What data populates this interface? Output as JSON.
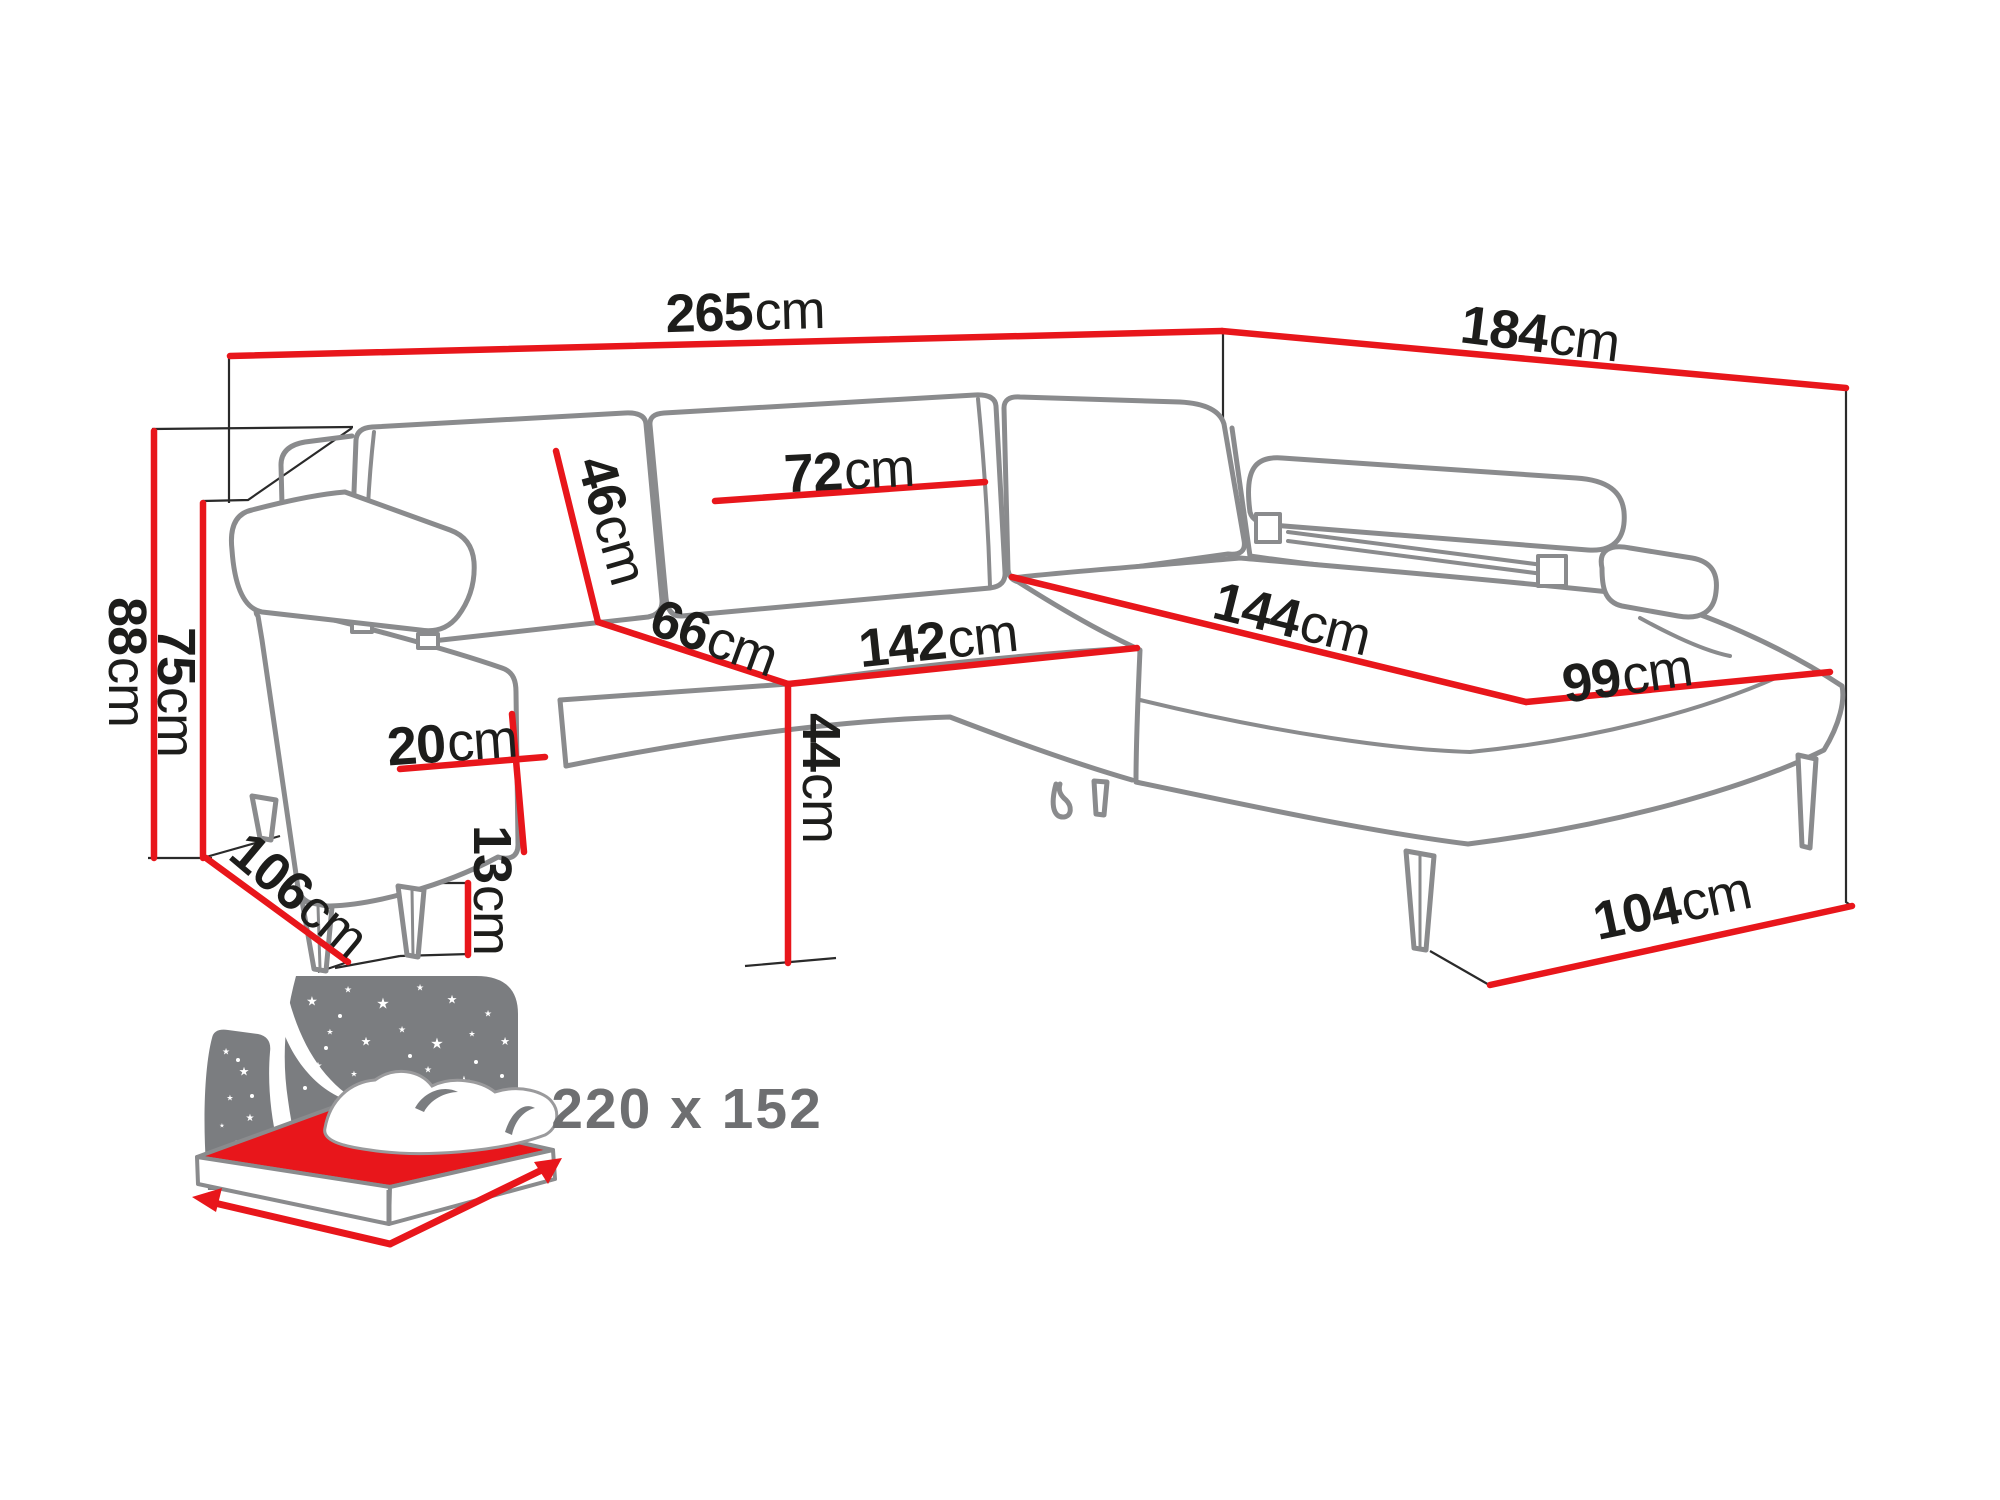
{
  "diagram": {
    "type": "corner-sofa-dimension-drawing",
    "unit": "cm",
    "dimensions": {
      "total_width": {
        "value": "265",
        "unit": "cm"
      },
      "total_depth": {
        "value": "184",
        "unit": "cm"
      },
      "total_height": {
        "value": "88",
        "unit": "cm"
      },
      "frame_height": {
        "value": "75",
        "unit": "cm"
      },
      "back_cushion_height": {
        "value": "46",
        "unit": "cm"
      },
      "back_cushion_width": {
        "value": "72",
        "unit": "cm"
      },
      "seat_depth": {
        "value": "66",
        "unit": "cm"
      },
      "seat_width": {
        "value": "142",
        "unit": "cm"
      },
      "chaise_length": {
        "value": "144",
        "unit": "cm"
      },
      "chaise_seat_width": {
        "value": "99",
        "unit": "cm"
      },
      "armrest_width": {
        "value": "20",
        "unit": "cm"
      },
      "seat_height": {
        "value": "44",
        "unit": "cm"
      },
      "leg_height": {
        "value": "13",
        "unit": "cm"
      },
      "side_depth": {
        "value": "106",
        "unit": "cm"
      },
      "chaise_footprint_depth": {
        "value": "104",
        "unit": "cm"
      }
    },
    "sleeping_area": {
      "icon": "sleeping-function-icon",
      "label": "220 x 152"
    },
    "colors": {
      "dimension_line": "#e8161b",
      "extension_line": "#2a2a2a",
      "sofa_outline": "#8a8b8d",
      "label_text": "#1d1d1b",
      "sleeping_text": "#6e6f71",
      "night_panel": "#7b7d80",
      "mattress_top": "#e8161b"
    }
  }
}
